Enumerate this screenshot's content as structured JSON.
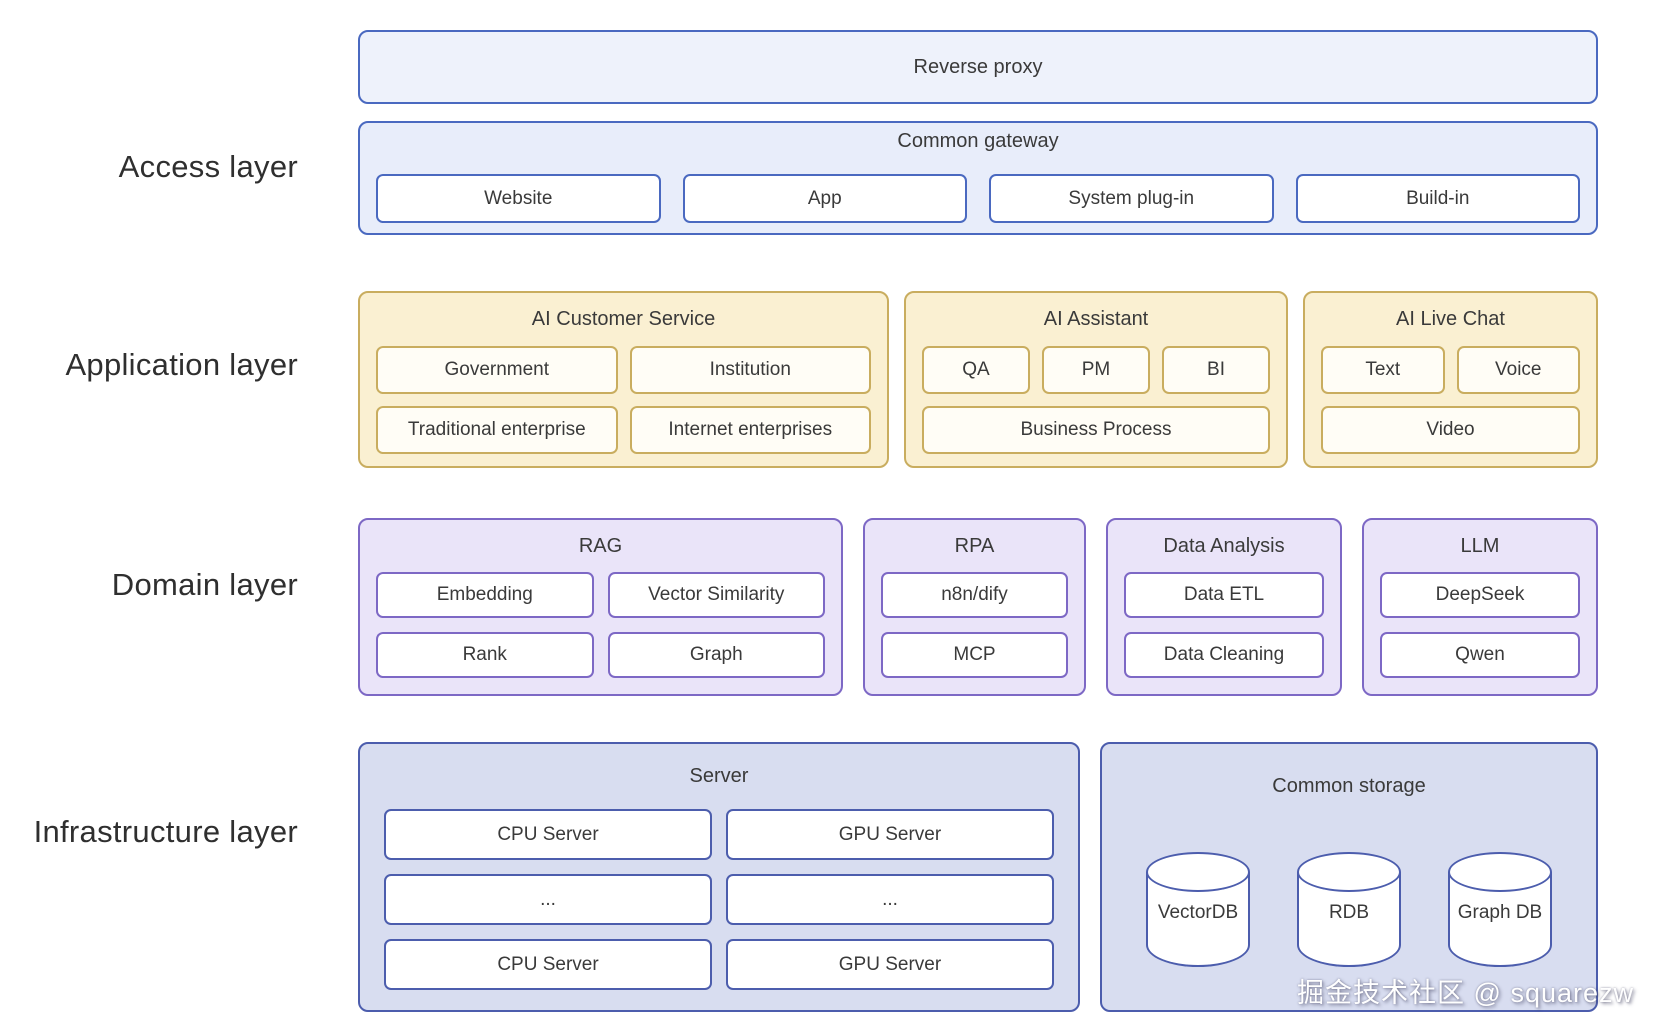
{
  "layers": {
    "access": {
      "label": "Access layer"
    },
    "application": {
      "label": "Application layer"
    },
    "domain": {
      "label": "Domain layer"
    },
    "infrastructure": {
      "label": "Infrastructure layer"
    }
  },
  "access": {
    "reverse_proxy": "Reverse proxy",
    "gateway": {
      "title": "Common gateway",
      "items": [
        "Website",
        "App",
        "System plug-in",
        "Build-in"
      ]
    }
  },
  "application": {
    "groups": [
      {
        "title": "AI Customer Service",
        "rows": [
          [
            "Government",
            "Institution"
          ],
          [
            "Traditional enterprise",
            "Internet enterprises"
          ]
        ]
      },
      {
        "title": "AI Assistant",
        "rows": [
          [
            "QA",
            "PM",
            "BI"
          ],
          [
            "Business Process"
          ]
        ]
      },
      {
        "title": "AI Live Chat",
        "rows": [
          [
            "Text",
            "Voice"
          ],
          [
            "Video"
          ]
        ]
      }
    ]
  },
  "domain": {
    "groups": [
      {
        "title": "RAG",
        "rows": [
          [
            "Embedding",
            "Vector Similarity"
          ],
          [
            "Rank",
            "Graph"
          ]
        ]
      },
      {
        "title": "RPA",
        "rows": [
          [
            "n8n/dify"
          ],
          [
            "MCP"
          ]
        ]
      },
      {
        "title": "Data Analysis",
        "rows": [
          [
            "Data ETL"
          ],
          [
            "Data Cleaning"
          ]
        ]
      },
      {
        "title": "LLM",
        "rows": [
          [
            "DeepSeek"
          ],
          [
            "Qwen"
          ]
        ]
      }
    ]
  },
  "infrastructure": {
    "server": {
      "title": "Server",
      "rows": [
        [
          "CPU Server",
          "GPU Server"
        ],
        [
          "...",
          "..."
        ],
        [
          "CPU Server",
          "GPU Server"
        ]
      ]
    },
    "storage": {
      "title": "Common storage",
      "databases": [
        "VectorDB",
        "RDB",
        "Graph DB"
      ]
    }
  },
  "watermark": "掘金技术社区 @ squarezw",
  "colors": {
    "access_border": "#4a69c0",
    "access_fill": "#e8edfa",
    "application_border": "#c9ad5f",
    "application_fill": "#faf0d2",
    "domain_border": "#7d68c5",
    "domain_fill": "#eae4f9",
    "infrastructure_border": "#4c5dad",
    "infrastructure_fill": "#d8ddf0",
    "text": "#3a3a3a"
  }
}
